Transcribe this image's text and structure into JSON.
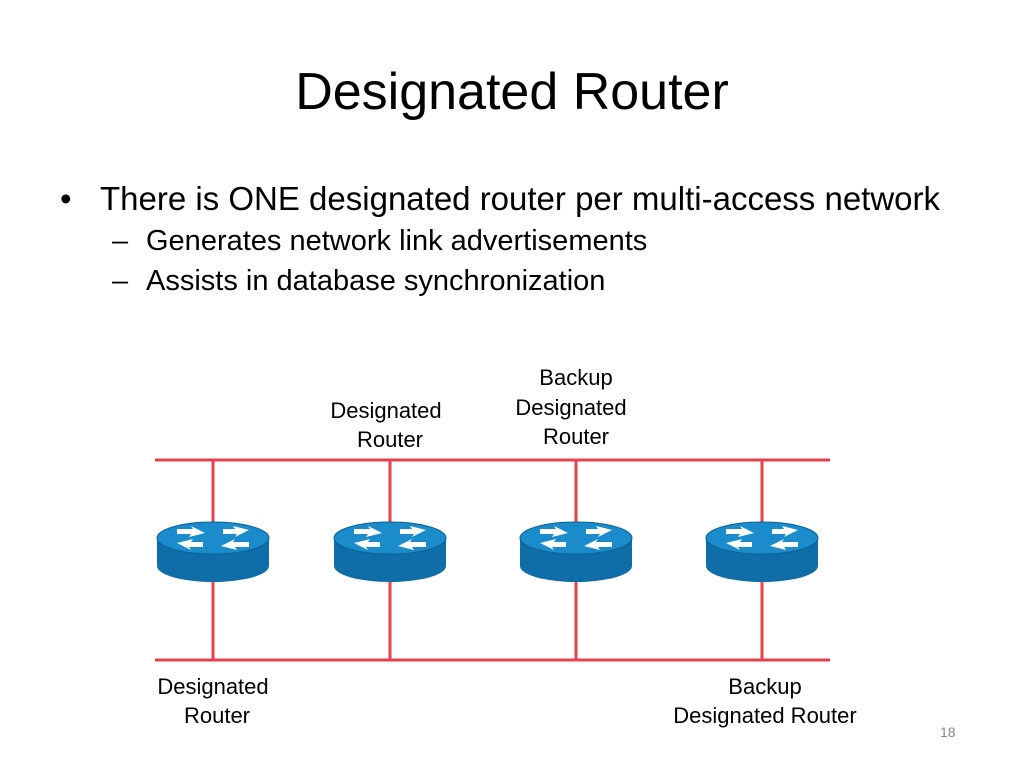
{
  "slide": {
    "title": "Designated Router",
    "bullets": [
      {
        "text": "There is ONE designated router per multi-access network",
        "sub": [
          "Generates network link advertisements",
          "Assists in database synchronization"
        ]
      }
    ],
    "page_number": "18"
  },
  "diagram": {
    "router_icon": "router-icon",
    "network_color": "#e8404f",
    "router_color": "#1a86c6",
    "top_labels": {
      "designated": [
        "Designated",
        "Router"
      ],
      "backup": [
        "Backup",
        "Designated",
        "Router"
      ]
    },
    "bottom_labels": {
      "designated": [
        "Designated",
        "Router"
      ],
      "backup": [
        "Backup",
        "Designated Router"
      ]
    }
  }
}
